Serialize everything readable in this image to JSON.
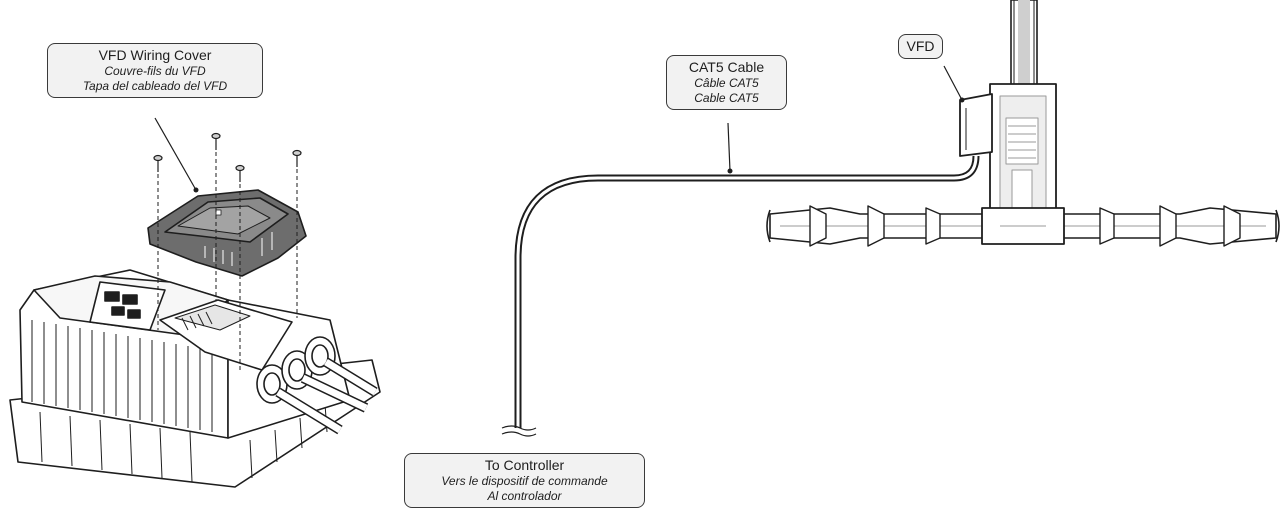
{
  "callouts": {
    "wiring_cover": {
      "line1": "VFD Wiring Cover",
      "line2": "Couvre-fils du VFD",
      "line3": "Tapa del cableado del VFD"
    },
    "cat5_cable": {
      "line1": "CAT5 Cable",
      "line2": "Câble CAT5",
      "line3": "Cable CAT5"
    },
    "vfd": {
      "line1": "VFD"
    },
    "to_controller": {
      "line1": "To Controller",
      "line2": "Vers le dispositif de commande",
      "line3": "Al controlador"
    }
  },
  "colors": {
    "outline": "#1e1e1e",
    "callout_fill": "#f2f2f2",
    "cover_fill": "#6d6d6d",
    "pipe_gray": "#9a9a9a"
  }
}
